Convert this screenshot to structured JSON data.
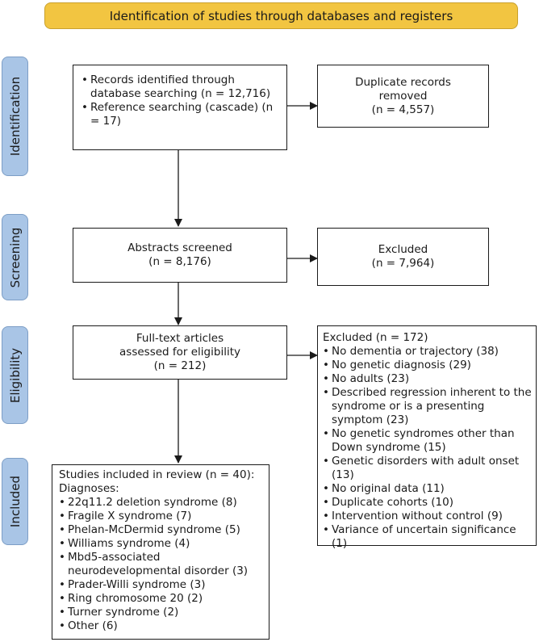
{
  "header": {
    "title": "Identification of studies through databases and registers"
  },
  "phases": [
    "Identification",
    "Screening",
    "Eligibility",
    "Included"
  ],
  "identification": {
    "records_items": [
      "Records identified through database searching (n = 12,716)",
      "Reference searching (cascade) (n = 17)"
    ],
    "duplicates": {
      "line1": "Duplicate records",
      "line2": "removed",
      "line3": "(n = 4,557)"
    }
  },
  "screening": {
    "screened": {
      "line1": "Abstracts screened",
      "line2": "(n = 8,176)"
    },
    "excluded": {
      "line1": "Excluded",
      "line2": "(n = 7,964)"
    }
  },
  "eligibility": {
    "fulltext": {
      "line1": "Full-text articles",
      "line2": "assessed for eligibility",
      "line3": "(n = 212)"
    },
    "excluded_title": "Excluded (n = 172)",
    "excluded_items": [
      "No dementia or trajectory (38)",
      "No genetic diagnosis (29)",
      "No adults (23)",
      "Described regression inherent to the syndrome or is a presenting symptom (23)",
      "No genetic syndromes other than Down syndrome (15)",
      "Genetic disorders with adult onset (13)",
      "No original data (11)",
      "Duplicate cohorts (10)",
      "Intervention without control (9)",
      "Variance of uncertain significance (1)"
    ]
  },
  "included": {
    "title": "Studies included in review (n = 40):",
    "subtitle": "Diagnoses:",
    "items": [
      "22q11.2 deletion syndrome (8)",
      "Fragile X syndrome (7)",
      "Phelan-McDermid syndrome (5)",
      "Williams syndrome (4)",
      "Mbd5-associated neurodevelopmental disorder (3)",
      "Prader-Willi syndrome (3)",
      "Ring chromosome 20 (2)",
      "Turner syndrome (2)",
      "Other (6)"
    ]
  },
  "colors": {
    "banner": "#f2c541",
    "phase": "#a9c5e6",
    "line": "#1a1a1a"
  }
}
